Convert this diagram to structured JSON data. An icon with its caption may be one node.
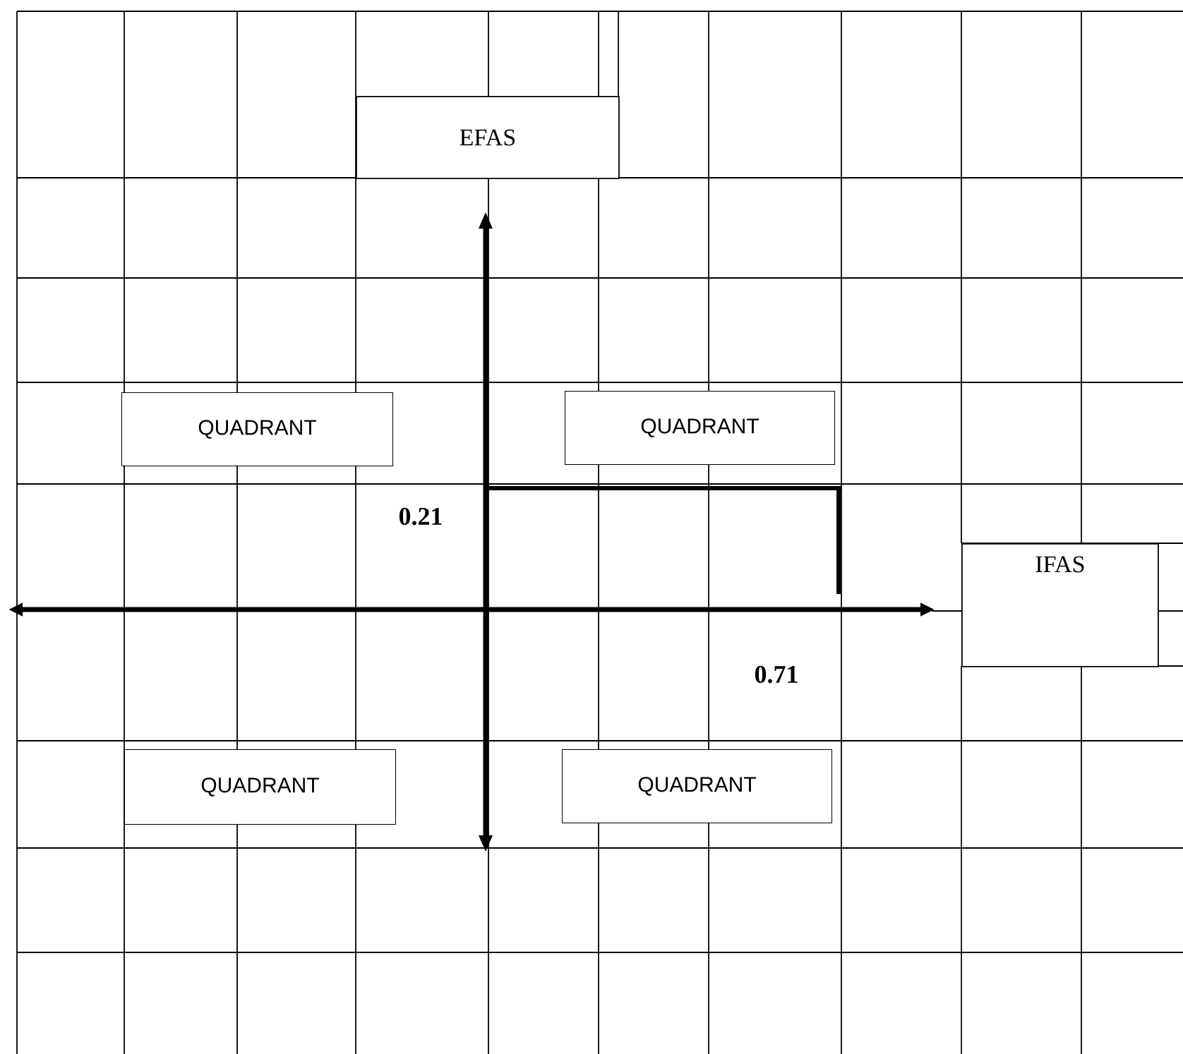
{
  "diagram": {
    "nodes": [
      {
        "text": [
          "EFAS"
        ]
      },
      {
        "text": [
          "QUADRANT"
        ]
      },
      {
        "text": [
          "QUADRANT"
        ]
      },
      {
        "text": [
          "IFAS"
        ]
      },
      {
        "text": [
          "QUADRANT"
        ]
      },
      {
        "text": [
          "QUADRANT"
        ]
      }
    ],
    "labels": [
      "0.21",
      "0.71"
    ]
  }
}
